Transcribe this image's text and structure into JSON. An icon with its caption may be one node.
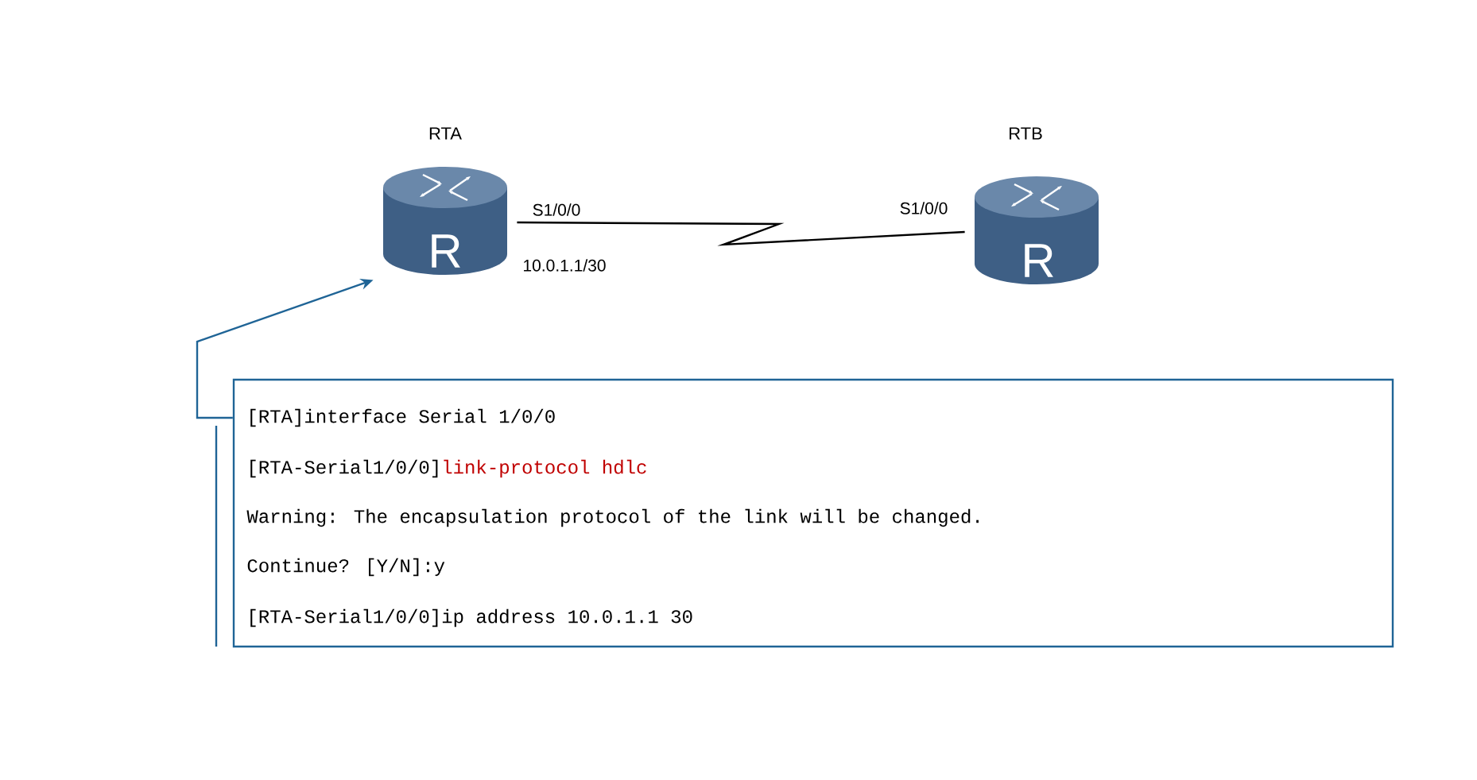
{
  "diagram": {
    "nodes": [
      {
        "text": [
          "RTA"
        ]
      },
      {
        "text": [
          "RTB"
        ]
      },
      {
        "text": [
          "[RTA]interface Serial 1/0/0",
          "[RTA-Serial1/0/0]",
          "link-protocol hdlc",
          "Warning: The encapsulation protocol of the link will be changed.",
          "Continue? [Y/N]:y",
          "[RTA-Serial1/0/0]ip address 10.0.1.1 30"
        ]
      }
    ],
    "edges": [
      {
        "from": 0,
        "to": 1,
        "arrow": "none"
      },
      {
        "from": 2,
        "to": 0,
        "arrow": "to",
        "color": "#1f6496"
      }
    ],
    "labels": [
      "R",
      "S1/0/0",
      "10.0.1.1/30",
      "S1/0/0",
      "R"
    ]
  }
}
